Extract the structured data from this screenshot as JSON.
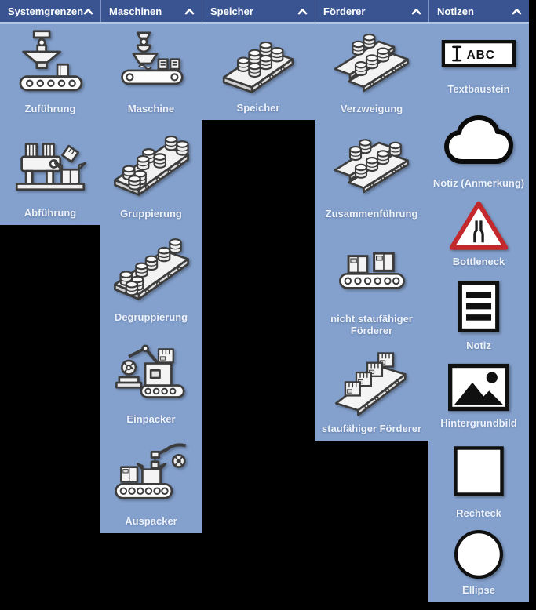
{
  "panel": {
    "background": "#000000",
    "header_bg": "#3a5391",
    "body_bg": "#84a1cd",
    "header_text_color": "#ffffff",
    "label_color": "#edf2fa",
    "bottleneck_red": "#c3282c",
    "icon_stroke": "#3c3c3c",
    "chevron": "chevron-up"
  },
  "columns": [
    {
      "label": "Systemgrenzen",
      "items": [
        {
          "label": "Zuführung",
          "icon": "zufuehrung-icon"
        },
        {
          "label": "Abführung",
          "icon": "abfuehrung-icon"
        }
      ]
    },
    {
      "label": "Maschinen",
      "items": [
        {
          "label": "Maschine",
          "icon": "maschine-icon"
        },
        {
          "label": "Gruppierung",
          "icon": "gruppierung-icon"
        },
        {
          "label": "Degruppierung",
          "icon": "degruppierung-icon"
        },
        {
          "label": "Einpacker",
          "icon": "einpacker-icon"
        },
        {
          "label": "Auspacker",
          "icon": "auspacker-icon"
        }
      ]
    },
    {
      "label": "Speicher",
      "items": [
        {
          "label": "Speicher",
          "icon": "speicher-icon"
        }
      ]
    },
    {
      "label": "Förderer",
      "items": [
        {
          "label": "Verzweigung",
          "icon": "verzweigung-icon"
        },
        {
          "label": "Zusammenführung",
          "icon": "zusammenfuehrung-icon"
        },
        {
          "label": "nicht staufähiger Förderer",
          "icon": "nicht-staufaehiger-foerderer-icon"
        },
        {
          "label": "staufähiger Förderer",
          "icon": "staufaehiger-foerderer-icon"
        }
      ]
    },
    {
      "label": "Notizen",
      "items": [
        {
          "label": "Textbaustein",
          "icon": "textbaustein-icon",
          "icon_text": "ABC"
        },
        {
          "label": "Notiz (Anmerkung)",
          "icon": "notiz-anmerkung-cloud-icon"
        },
        {
          "label": "Bottleneck",
          "icon": "bottleneck-sign-icon"
        },
        {
          "label": "Notiz",
          "icon": "notiz-document-icon"
        },
        {
          "label": "Hintergrundbild",
          "icon": "hintergrundbild-image-icon"
        },
        {
          "label": "Rechteck",
          "icon": "rechteck-icon"
        },
        {
          "label": "Ellipse",
          "icon": "ellipse-icon"
        }
      ]
    }
  ]
}
